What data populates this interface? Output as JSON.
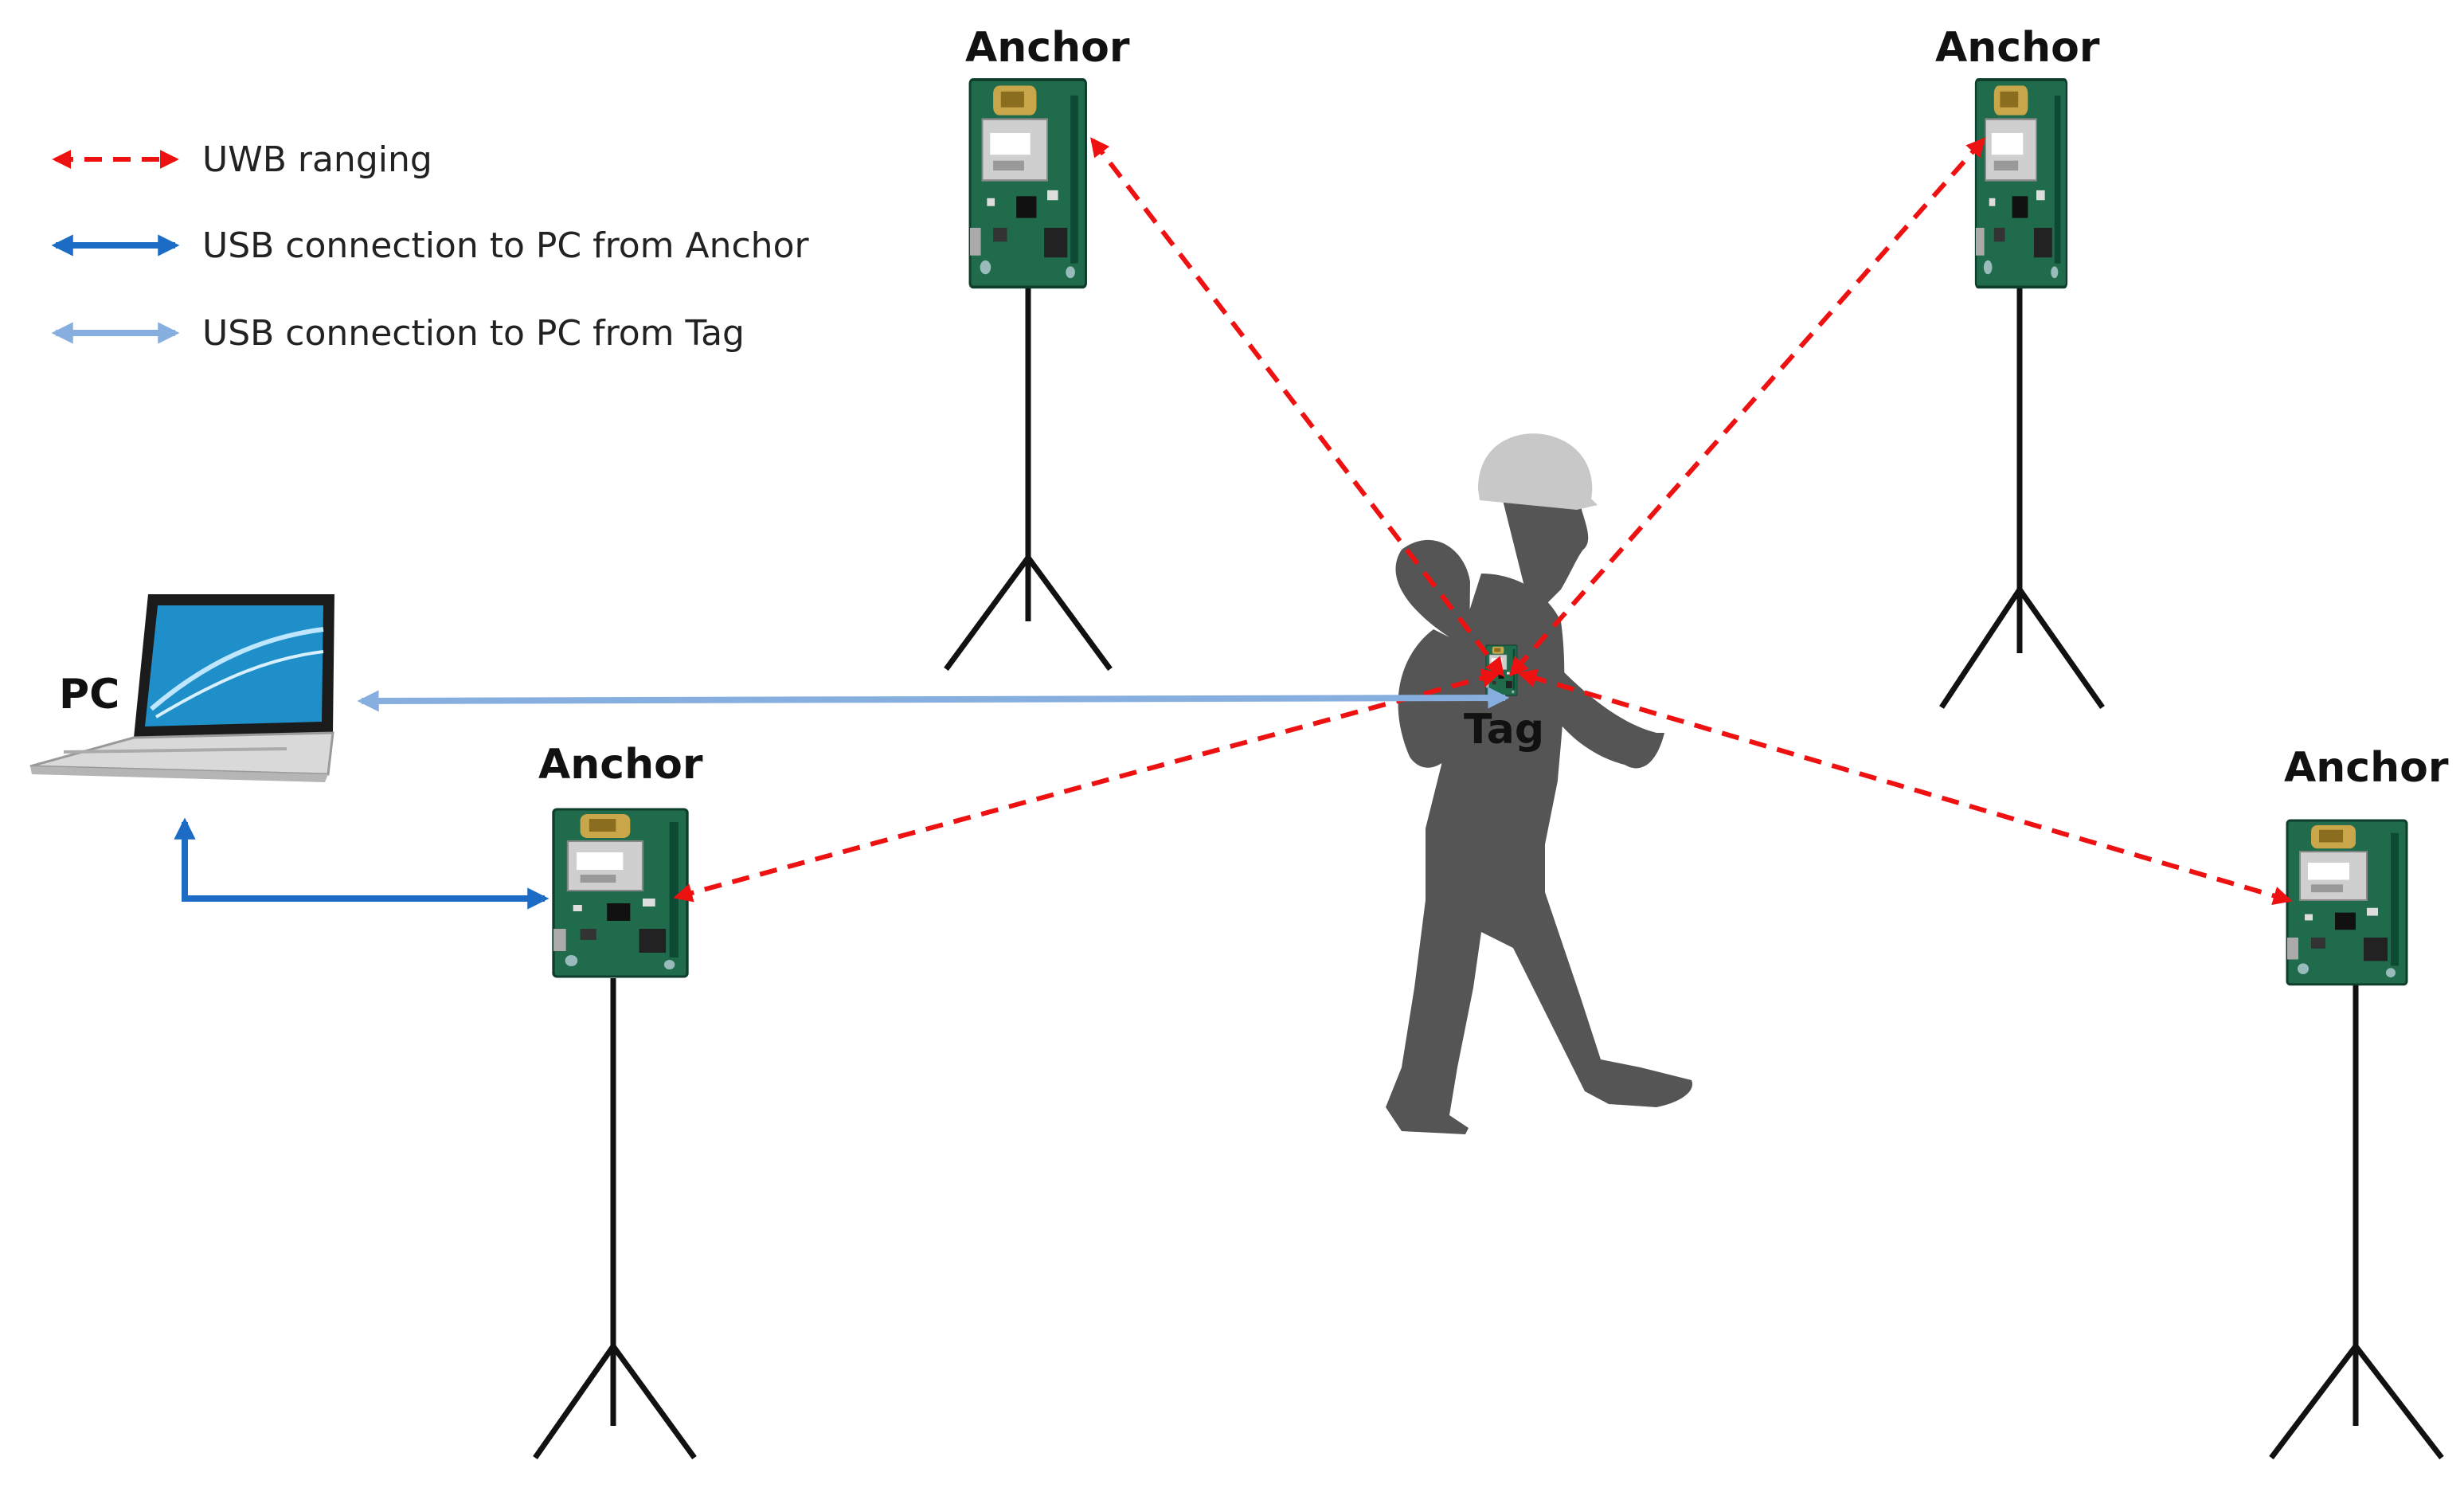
{
  "legend": {
    "uwb_label": "UWB ranging",
    "usb_anchor_label": "USB connection to PC from Anchor",
    "usb_tag_label": "USB connection to PC from Tag"
  },
  "labels": {
    "anchor_top_left": "Anchor",
    "anchor_top_right": "Anchor",
    "anchor_bottom_left": "Anchor",
    "anchor_bottom_right": "Anchor",
    "pc": "PC",
    "tag": "Tag"
  },
  "colors": {
    "uwb": "#ee1111",
    "usb_anchor": "#1c6cc6",
    "usb_tag": "#86aede",
    "board_green": "#1f6b4c",
    "silhouette": "#555555",
    "helmet": "#c8c8c8",
    "tripod": "#111111"
  },
  "icons": [
    "anchor-board-icon",
    "tripod-icon",
    "laptop-icon",
    "person-silhouette-icon",
    "hard-hat-icon",
    "tag-board-icon"
  ]
}
